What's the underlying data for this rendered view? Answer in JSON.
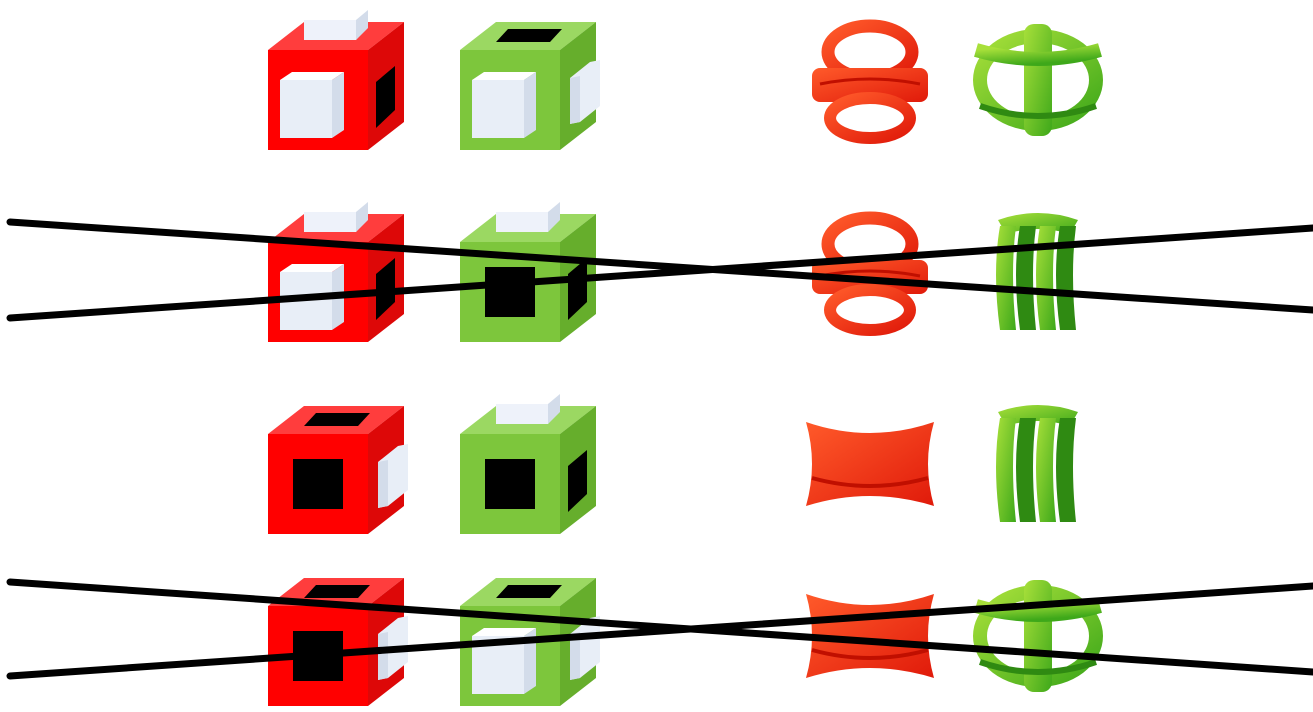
{
  "colors": {
    "red_front": "#ff0000",
    "red_top": "#ff3d3d",
    "red_side": "#dd0808",
    "green_front": "#7dc63c",
    "green_top": "#9bd862",
    "green_side": "#66ae2c",
    "inset": "#e8eef7",
    "hole": "#000000",
    "cross_line": "#000000"
  },
  "rows": [
    {
      "crossed": false,
      "cubes": [
        {
          "color": "red",
          "front": "inset",
          "top": "inset",
          "side": "hole"
        },
        {
          "color": "green",
          "front": "inset",
          "top": "hole",
          "side": "inset"
        }
      ],
      "objects": [
        {
          "color": "red",
          "shape": "ring-cage"
        },
        {
          "color": "green",
          "shape": "twisted-cage"
        }
      ]
    },
    {
      "crossed": true,
      "cubes": [
        {
          "color": "red",
          "front": "inset",
          "top": "inset",
          "side": "hole"
        },
        {
          "color": "green",
          "front": "hole",
          "top": "inset",
          "side": "hole"
        }
      ],
      "objects": [
        {
          "color": "red",
          "shape": "ring-cage"
        },
        {
          "color": "green",
          "shape": "pillar-cage"
        }
      ]
    },
    {
      "crossed": false,
      "cubes": [
        {
          "color": "red",
          "front": "hole",
          "top": "hole",
          "side": "inset"
        },
        {
          "color": "green",
          "front": "hole",
          "top": "inset",
          "side": "hole"
        }
      ],
      "objects": [
        {
          "color": "red",
          "shape": "bowtie-block"
        },
        {
          "color": "green",
          "shape": "pillar-cage"
        }
      ]
    },
    {
      "crossed": true,
      "cubes": [
        {
          "color": "red",
          "front": "hole",
          "top": "hole",
          "side": "inset"
        },
        {
          "color": "green",
          "front": "inset",
          "top": "hole",
          "side": "inset"
        }
      ],
      "objects": [
        {
          "color": "red",
          "shape": "bowtie-block"
        },
        {
          "color": "green",
          "shape": "twisted-cage"
        }
      ]
    }
  ]
}
